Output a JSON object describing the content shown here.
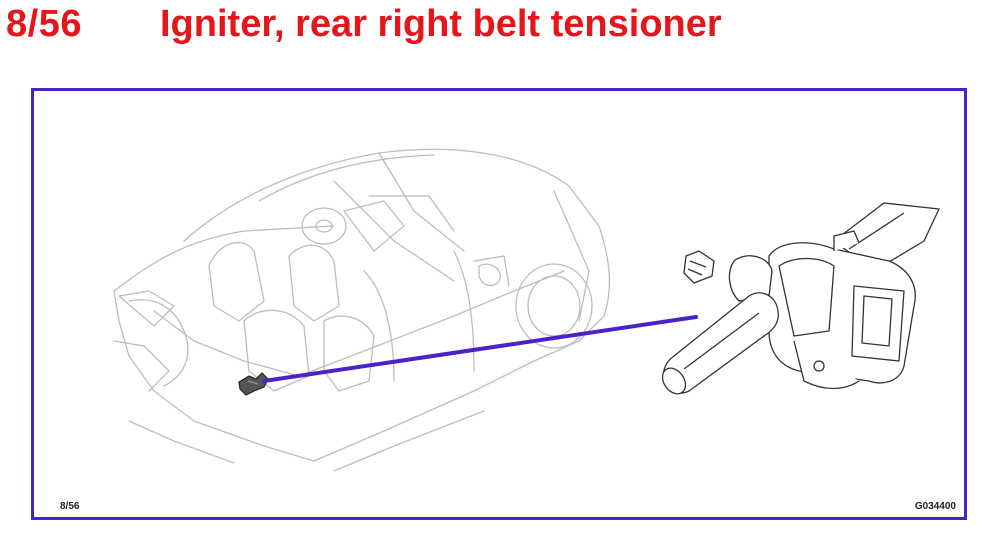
{
  "header": {
    "page_number": "8/56",
    "title": "Igniter, rear right belt tensioner"
  },
  "figure": {
    "footer_left": "8/56",
    "footer_right": "G034400",
    "colors": {
      "title": "#e8141c",
      "frame": "#4b22c8",
      "pointer_line": "#4b22c8",
      "car_outline": "#bdbdbd",
      "part_outline": "#333333"
    },
    "icons": [
      "car-outline-drawing",
      "belt-tensioner-drawing",
      "igniter-location-marker"
    ]
  }
}
